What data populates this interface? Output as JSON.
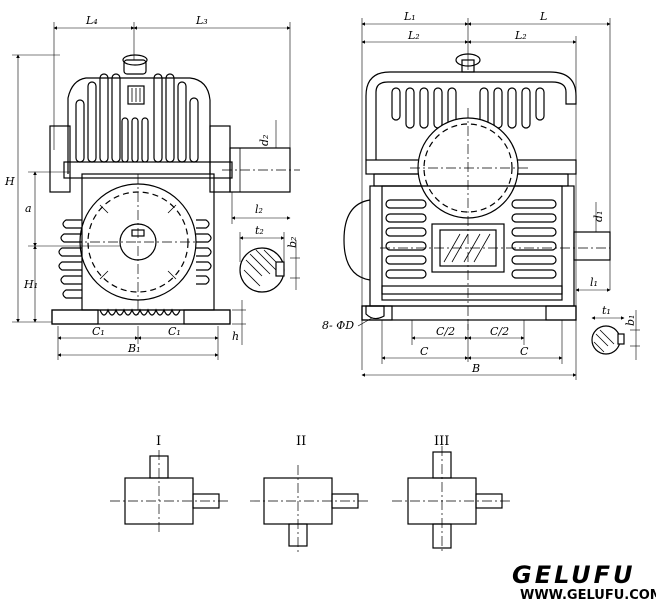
{
  "front_view": {
    "dims": {
      "L4": "L₄",
      "L3": "L₃",
      "H": "H",
      "a": "a",
      "H1": "H₁",
      "d2": "d₂",
      "l2": "l₂",
      "t2": "t₂",
      "b2": "b₂",
      "C1_left": "C₁",
      "C1_right": "C₁",
      "B1": "B₁",
      "h": "h"
    }
  },
  "side_view": {
    "dims": {
      "L1": "L₁",
      "L": "L",
      "L2_left": "L₂",
      "L2_right": "L₂",
      "d1": "d₁",
      "l1": "l₁",
      "t1": "t₁",
      "b1": "b₁",
      "bolt": "8- ΦD",
      "C2_left": "C/2",
      "C2_right": "C/2",
      "C_left": "C",
      "C_right": "C",
      "B": "B"
    }
  },
  "configs": {
    "labels": [
      "I",
      "II",
      "III"
    ]
  },
  "brand": {
    "name": "GELUFU",
    "url": "WWW.GELUFU.COM"
  }
}
